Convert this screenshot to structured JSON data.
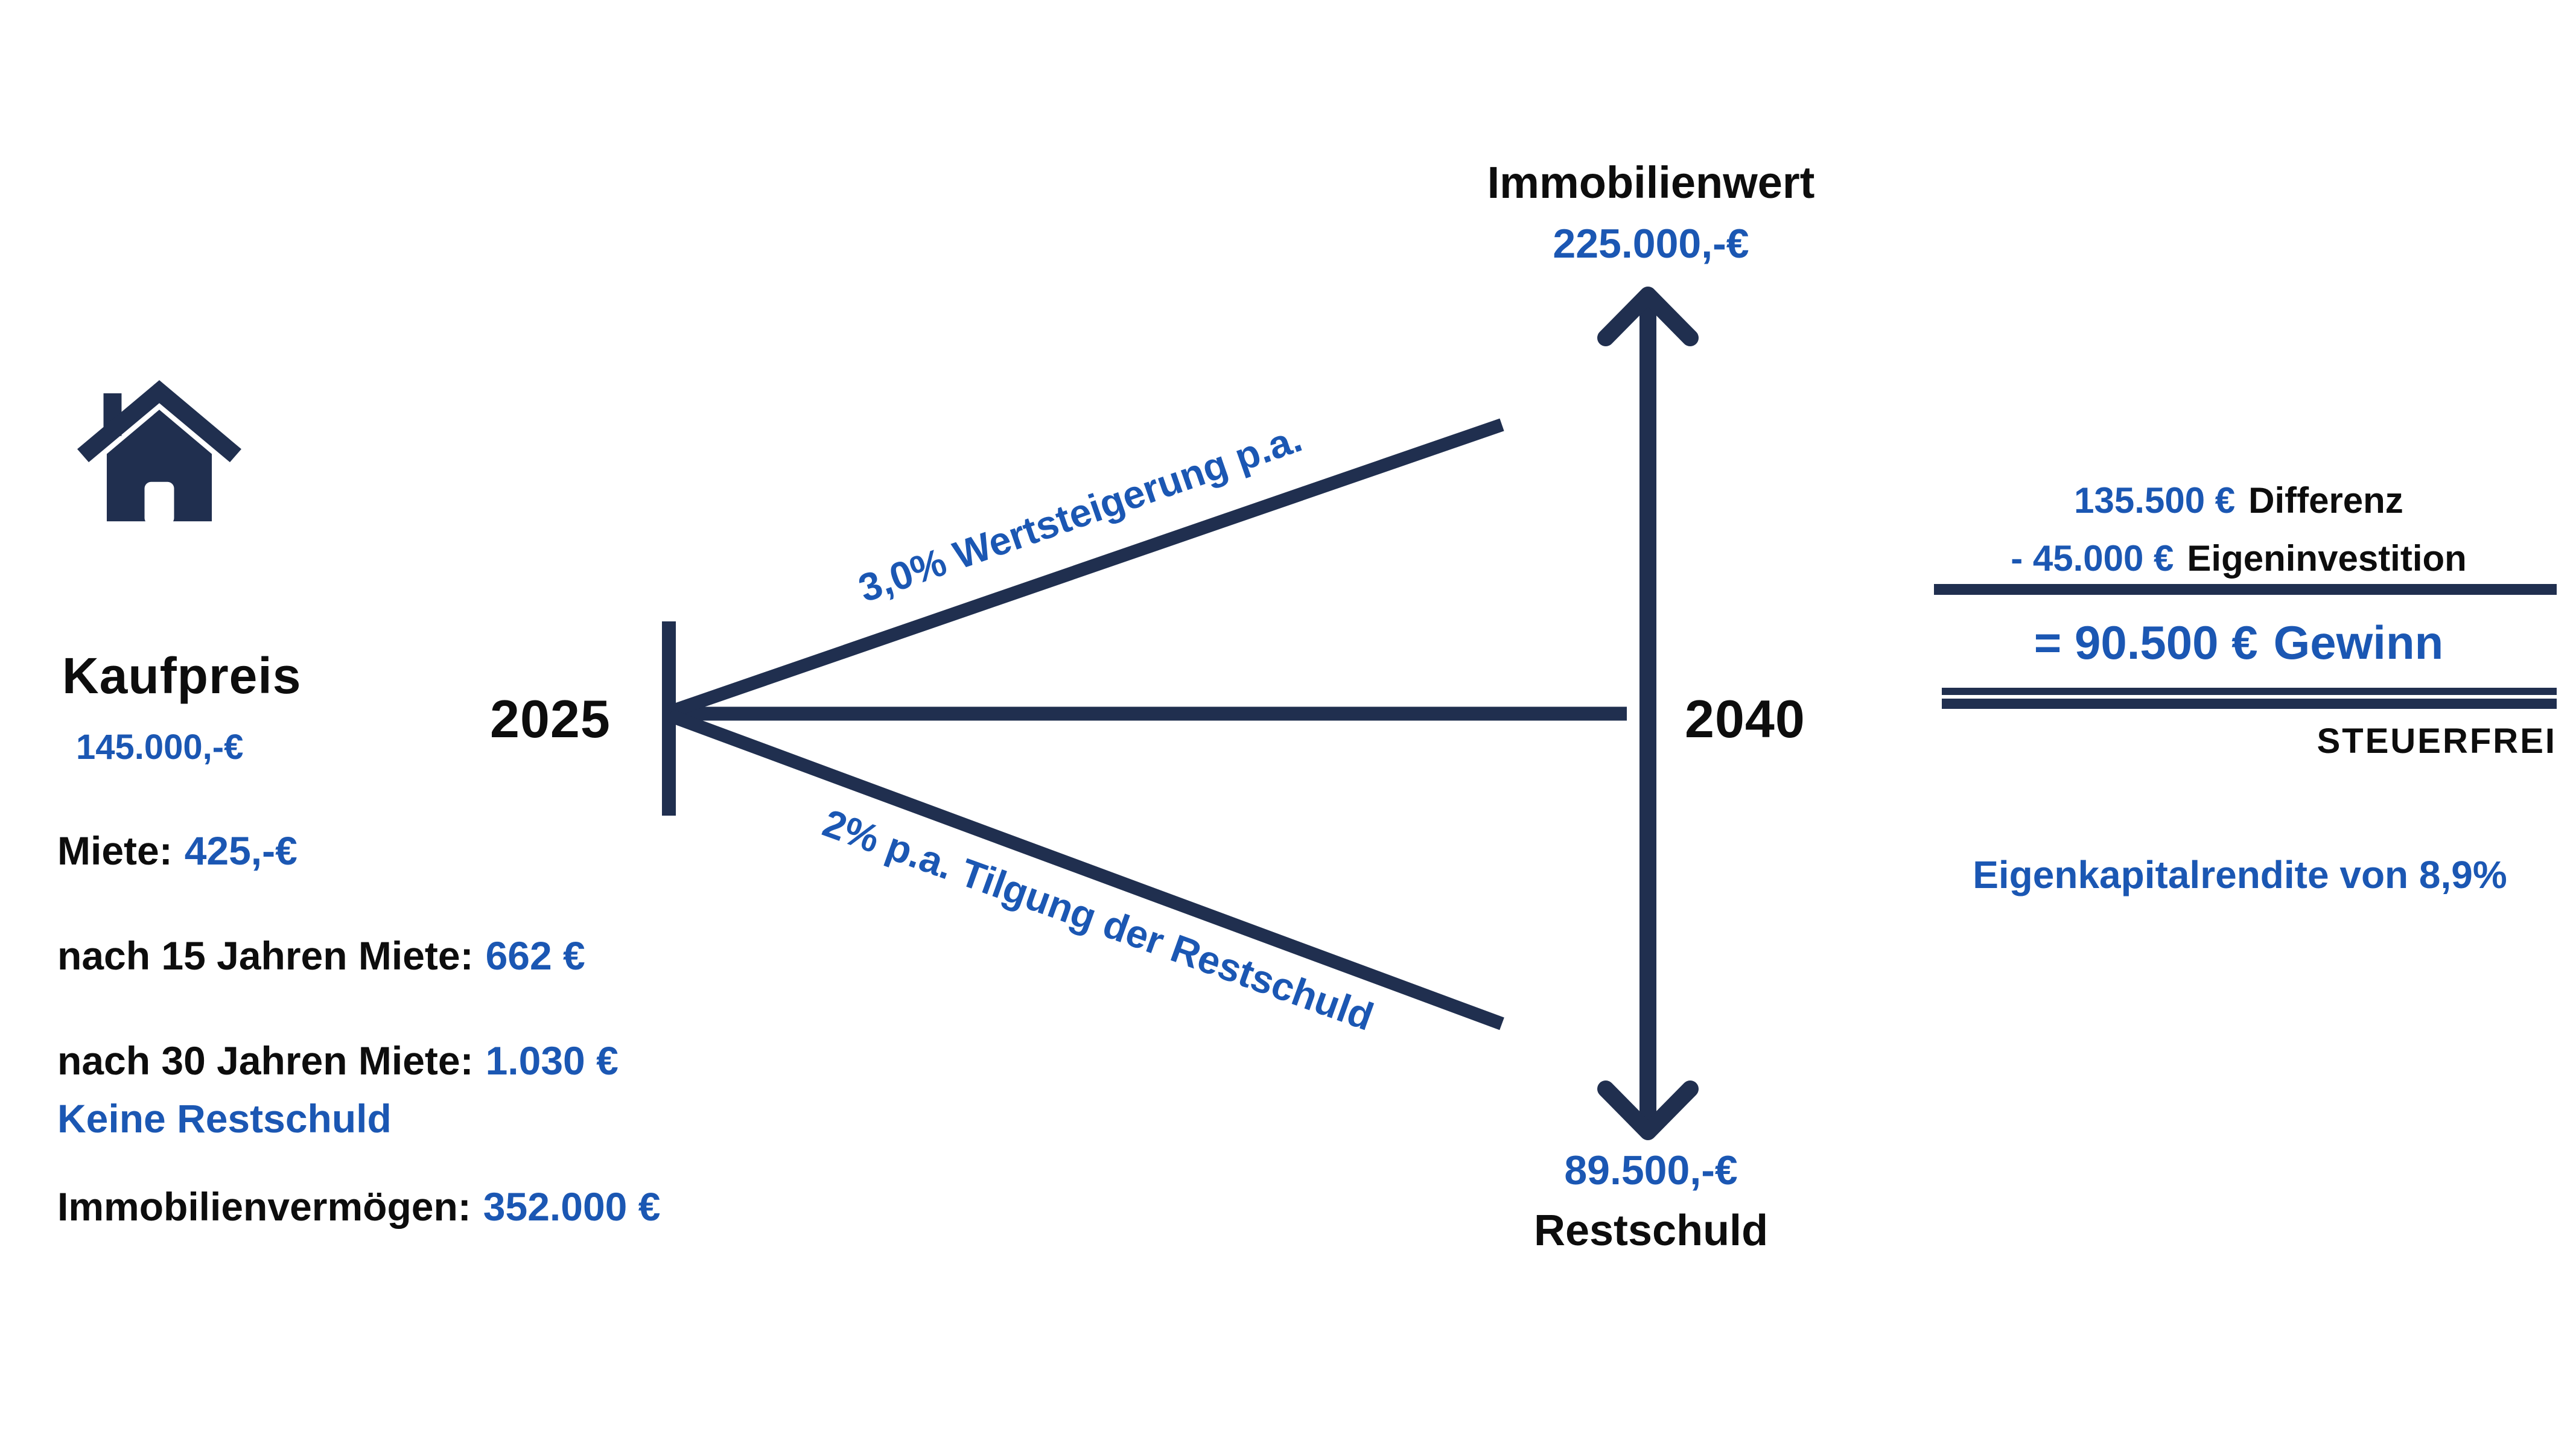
{
  "colors": {
    "navy": "#202f4f",
    "blue": "#1b57b3",
    "black": "#0d0d0d",
    "background": "#ffffff"
  },
  "left_panel": {
    "house_icon": "house-icon",
    "title": "Kaufpreis",
    "price": "145.000,-€",
    "facts": [
      {
        "label": "Miete:",
        "value": "425,-€"
      },
      {
        "label": "nach 15 Jahren Miete:",
        "value": "662 €"
      },
      {
        "label": "nach 30 Jahren Miete:",
        "value": "1.030 €"
      },
      {
        "label": "Immobilienvermögen:",
        "value": "352.000 €"
      }
    ],
    "note": "Keine Restschuld"
  },
  "timeline": {
    "start_year": "2025",
    "end_year": "2040",
    "upper_branch_label": "3,0% Wertsteigerung p.a.",
    "lower_branch_label": "2% p.a. Tilgung der Restschuld",
    "top_title": "Immobilienwert",
    "top_value": "225.000,-€",
    "bottom_value": "89.500,-€",
    "bottom_title": "Restschuld"
  },
  "calculation": {
    "rows": [
      {
        "value": "135.500 €",
        "label": "Differenz"
      },
      {
        "value": "- 45.000 €",
        "label": "Eigeninvestition"
      }
    ],
    "result_value": "= 90.500 €",
    "result_label": "Gewinn",
    "tax_note": "STEUERFREI",
    "roi_note": "Eigenkapitalrendite von 8,9%"
  }
}
